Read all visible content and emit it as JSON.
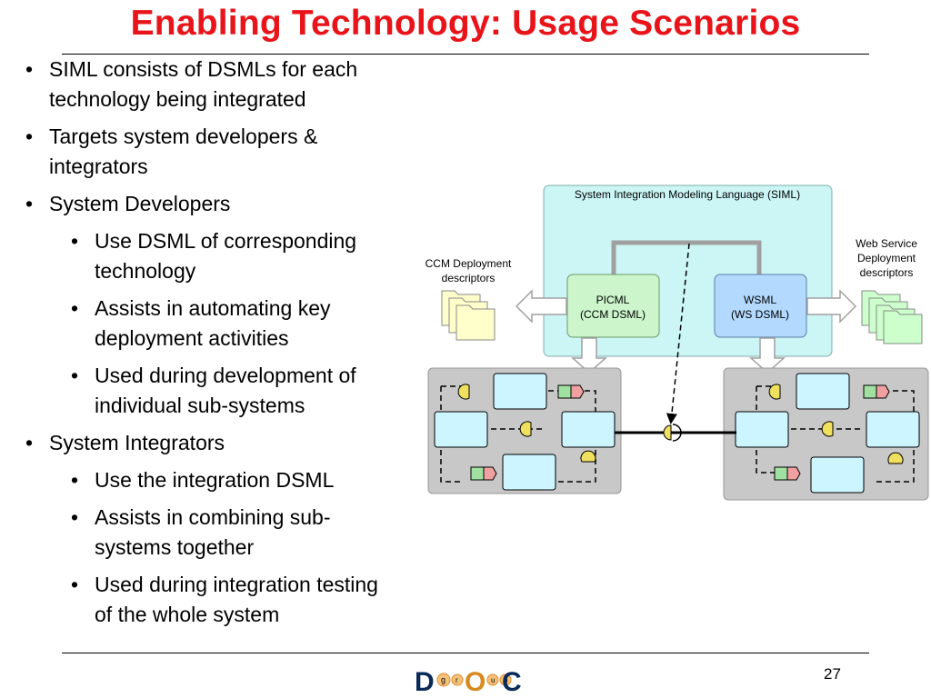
{
  "title": "Enabling Technology: Usage Scenarios",
  "bullets": [
    {
      "level": 1,
      "lines": [
        "SIML consists of DSMLs for each",
        "technology being integrated"
      ]
    },
    {
      "level": 1,
      "lines": [
        "Targets system developers &",
        "integrators"
      ]
    },
    {
      "level": 1,
      "lines": [
        "System Developers"
      ]
    },
    {
      "level": 2,
      "lines": [
        "Use DSML of corresponding",
        "technology"
      ]
    },
    {
      "level": 2,
      "lines": [
        "Assists in automating key",
        "deployment activities"
      ]
    },
    {
      "level": 2,
      "lines": [
        "Used during development of",
        "individual sub-systems"
      ]
    },
    {
      "level": 1,
      "lines": [
        "System Integrators"
      ]
    },
    {
      "level": 2,
      "lines": [
        "Use the integration DSML"
      ]
    },
    {
      "level": 2,
      "lines": [
        "Assists in combining sub-",
        "systems together"
      ]
    },
    {
      "level": 2,
      "lines": [
        "Used during integration testing",
        "of the whole system"
      ]
    }
  ],
  "bullet_char": "•",
  "diagram": {
    "siml_label": "System Integration Modeling Language (SIML)",
    "picml_line1": "PICML",
    "picml_line2": "(CCM  DSML)",
    "wsml_line1": "WSML",
    "wsml_line2": "(WS  DSML)",
    "ccm_line1": "CCM Deployment",
    "ccm_line2": "descriptors",
    "ws_line1": "Web Service",
    "ws_line2": "Deployment",
    "ws_line3": "descriptors"
  },
  "logo": {
    "big1": "D",
    "small1": "g",
    "small2": "r",
    "big2": "O",
    "small3": "u",
    "small4": "p",
    "big3": "C"
  },
  "page_number": "27",
  "colors": {
    "title": "#e8141a",
    "siml_bg": "#ccf5f5",
    "picml_bg": "#ccf5cc",
    "wsml_bg": "#b3d9ff",
    "component": "#ccf5ff",
    "assembly_bg": "#c8c8c8",
    "doc": "#ffffcc",
    "doc_green": "#ccffcc"
  }
}
